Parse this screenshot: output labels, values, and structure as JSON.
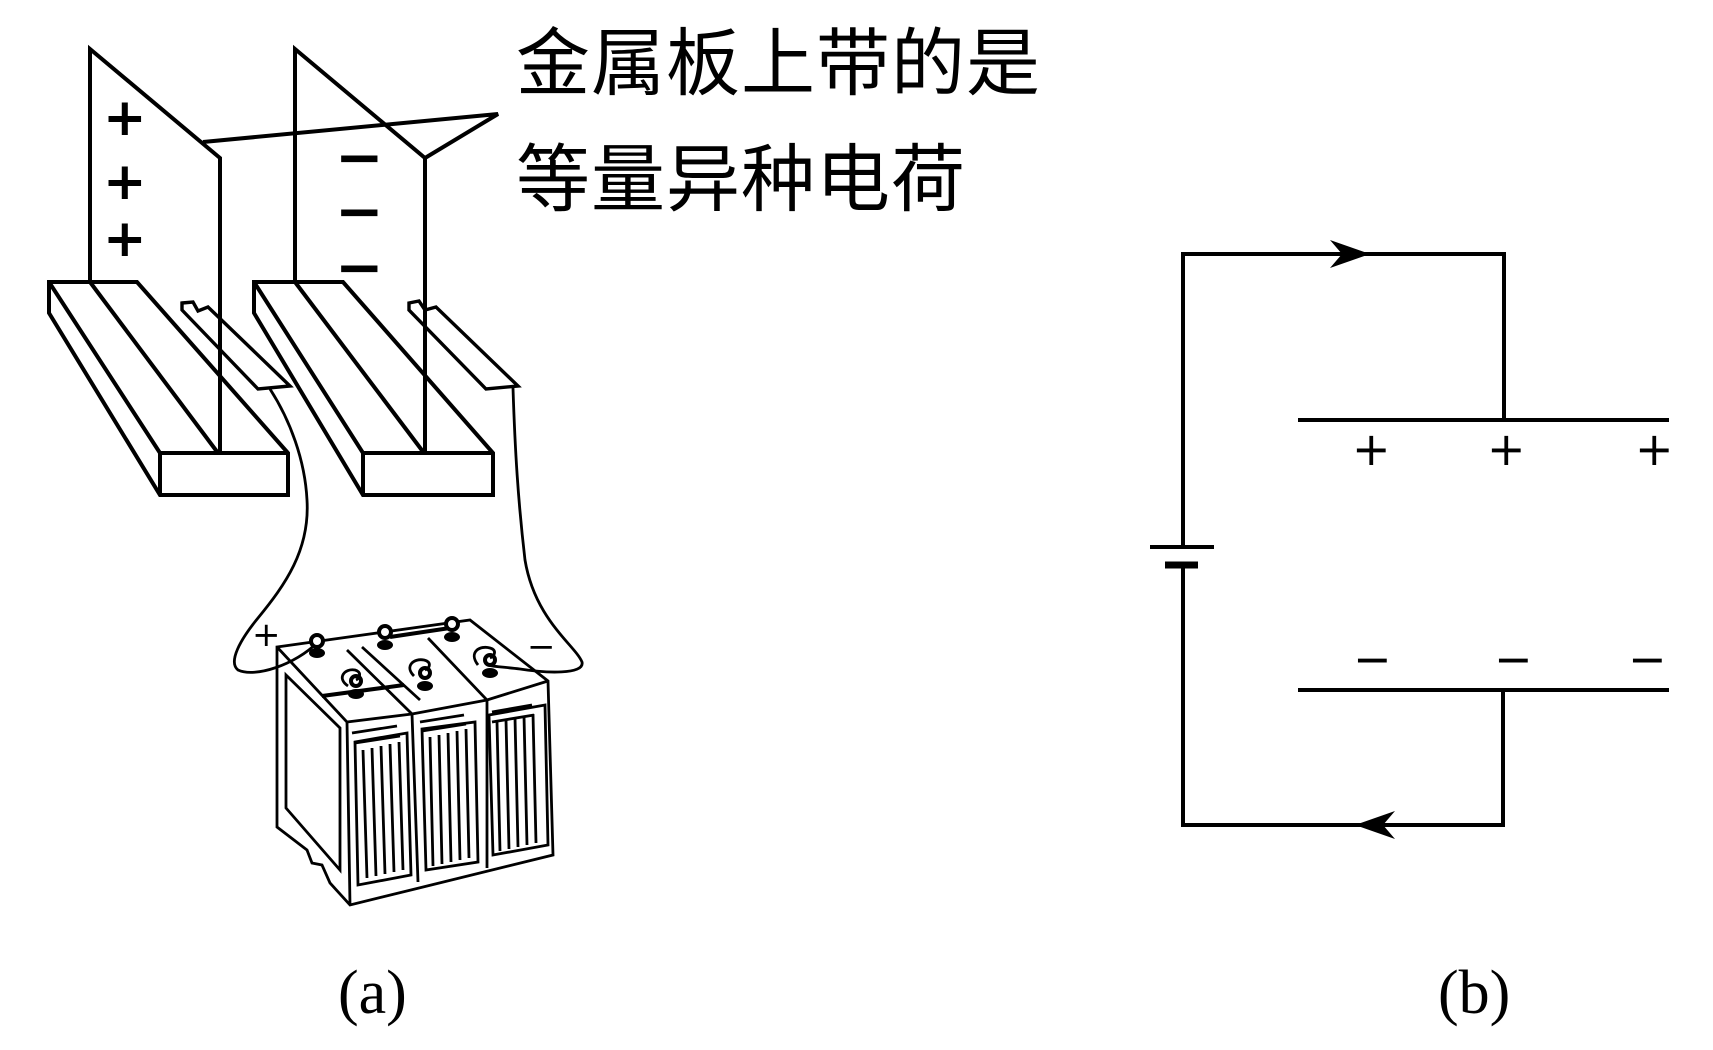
{
  "figure_a": {
    "caption": "(a)",
    "annotation_line1": "金属板上带的是",
    "annotation_line2": "等量异种电荷",
    "left_plate_charges": [
      "+",
      "+",
      "+"
    ],
    "right_plate_charges": [
      "−",
      "−",
      "−"
    ],
    "battery_positive_label": "+",
    "battery_negative_label": "−"
  },
  "figure_b": {
    "caption": "(b)",
    "top_plate_charges": [
      "+",
      "+",
      "+"
    ],
    "bottom_plate_charges": [
      "−",
      "−",
      "−"
    ]
  }
}
